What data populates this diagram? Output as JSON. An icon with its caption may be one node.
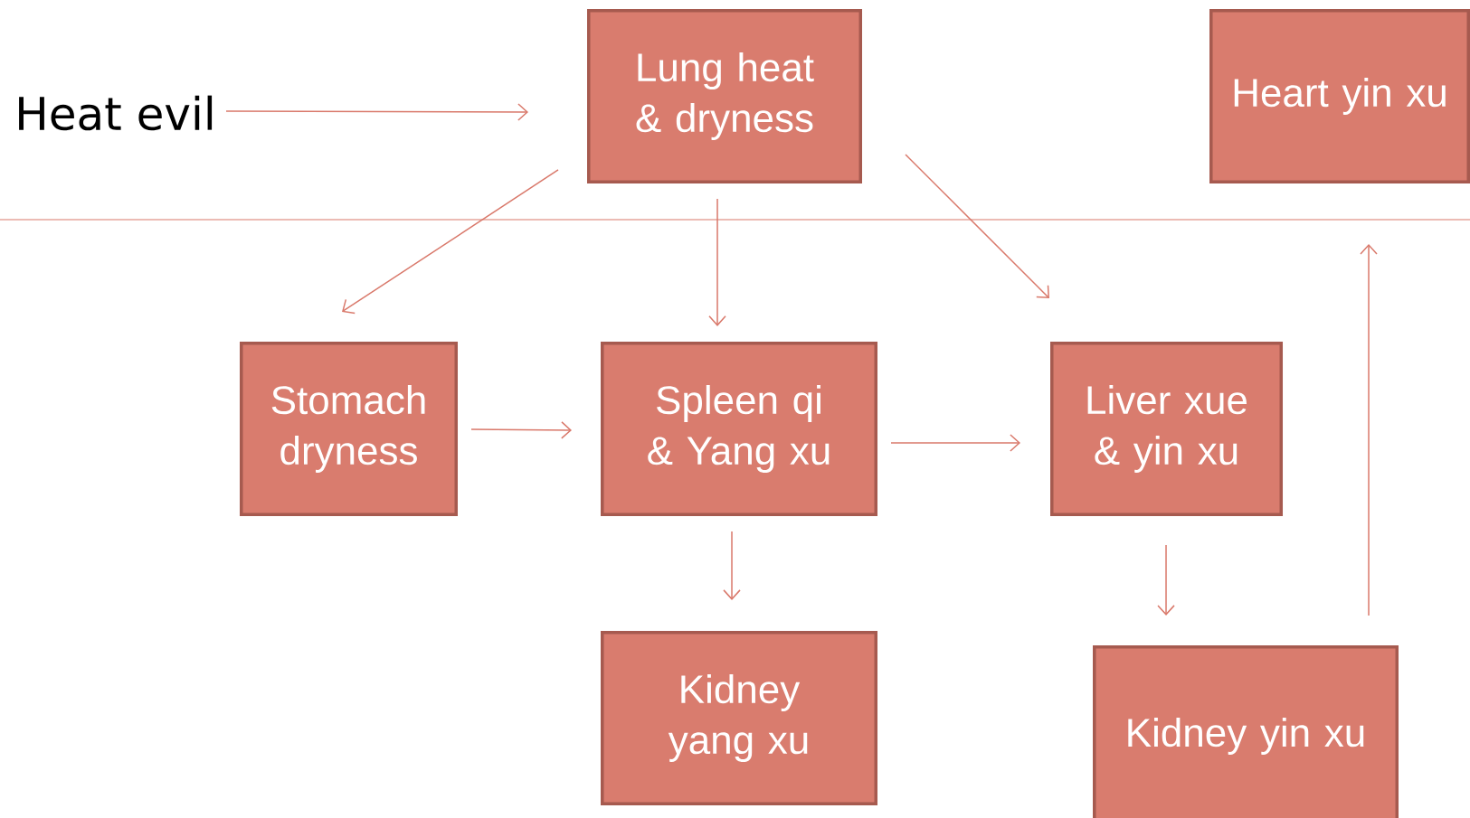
{
  "diagram": {
    "nodes": [
      {
        "text": [
          "Heat evil"
        ]
      },
      {
        "text": [
          "Lung heat & dryness"
        ]
      },
      {
        "text": [
          "Heart yin xu"
        ]
      },
      {
        "text": [
          "Stomach dryness"
        ]
      },
      {
        "text": [
          "Spleen qi & Yang xu"
        ]
      },
      {
        "text": [
          "Liver xue & yin xu"
        ]
      },
      {
        "text": [
          "Kidney yang xu"
        ]
      },
      {
        "text": [
          "Kidney yin xu"
        ]
      }
    ],
    "edges": [
      {
        "from": 0,
        "to": 1,
        "arrow": "to"
      },
      {
        "from": 1,
        "to": 3,
        "arrow": "to"
      },
      {
        "from": 1,
        "to": 4,
        "arrow": "to"
      },
      {
        "from": 1,
        "to": 5,
        "arrow": "to"
      },
      {
        "from": 3,
        "to": 4,
        "arrow": "to"
      },
      {
        "from": 4,
        "to": 5,
        "arrow": "to"
      },
      {
        "from": 4,
        "to": 6,
        "arrow": "to"
      },
      {
        "from": 5,
        "to": 7,
        "arrow": "to"
      },
      {
        "from": 7,
        "to": 2,
        "arrow": "to"
      }
    ]
  }
}
